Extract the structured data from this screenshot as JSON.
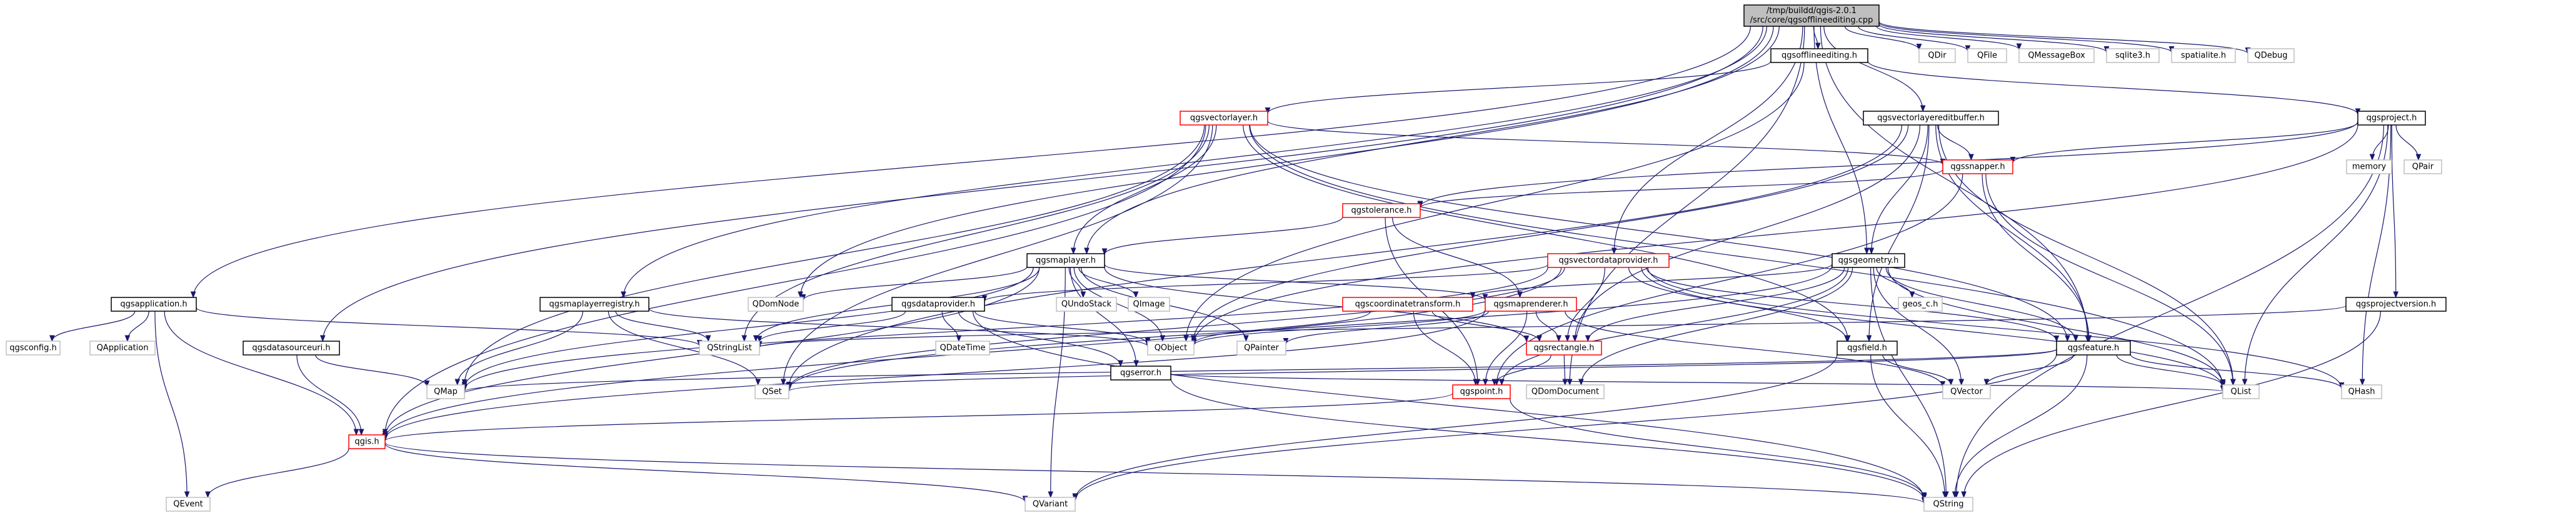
{
  "diagram": {
    "root": "/tmp/buildd/qgis-2.0.1\n/src/core/qgsofflineediting.cpp",
    "colors": {
      "edge": "#191970",
      "root_fill": "#bfbfbf",
      "node_fill": "#ffffff",
      "doc_border": "#000000",
      "red_border": "#ff0000",
      "gray_border": "#bfbfbf",
      "text": "#000000"
    },
    "nodes": [
      {
        "id": "root",
        "label": [
          "/tmp/buildd/qgis-2.0.1",
          "/src/core/qgsofflineediting.cpp"
        ],
        "kind": "root"
      },
      {
        "id": "qgsofflineediting",
        "label": [
          "qgsofflineediting.h"
        ],
        "kind": "doc"
      },
      {
        "id": "qdir",
        "label": [
          "QDir"
        ],
        "kind": "gray"
      },
      {
        "id": "qfile",
        "label": [
          "QFile"
        ],
        "kind": "gray"
      },
      {
        "id": "qmessagebox",
        "label": [
          "QMessageBox"
        ],
        "kind": "gray"
      },
      {
        "id": "sqlite3",
        "label": [
          "sqlite3.h"
        ],
        "kind": "gray"
      },
      {
        "id": "spatialite",
        "label": [
          "spatialite.h"
        ],
        "kind": "gray"
      },
      {
        "id": "qdebug",
        "label": [
          "QDebug"
        ],
        "kind": "gray"
      },
      {
        "id": "qgsvectorlayer",
        "label": [
          "qgsvectorlayer.h"
        ],
        "kind": "red"
      },
      {
        "id": "qgsvectorlayereditbuffer",
        "label": [
          "qgsvectorlayereditbuffer.h"
        ],
        "kind": "doc"
      },
      {
        "id": "qgsproject",
        "label": [
          "qgsproject.h"
        ],
        "kind": "doc"
      },
      {
        "id": "qgssnapper",
        "label": [
          "qgssnapper.h"
        ],
        "kind": "red"
      },
      {
        "id": "memory",
        "label": [
          "memory"
        ],
        "kind": "gray"
      },
      {
        "id": "qpair",
        "label": [
          "QPair"
        ],
        "kind": "gray"
      },
      {
        "id": "qgstolerance",
        "label": [
          "qgstolerance.h"
        ],
        "kind": "red"
      },
      {
        "id": "qgsmaplayer",
        "label": [
          "qgsmaplayer.h"
        ],
        "kind": "doc"
      },
      {
        "id": "qgsvectordataprovider",
        "label": [
          "qgsvectordataprovider.h"
        ],
        "kind": "red"
      },
      {
        "id": "qgsgeometry",
        "label": [
          "qgsgeometry.h"
        ],
        "kind": "doc"
      },
      {
        "id": "qgsapplication",
        "label": [
          "qgsapplication.h"
        ],
        "kind": "doc"
      },
      {
        "id": "qgsmaplayerregistry",
        "label": [
          "qgsmaplayerregistry.h"
        ],
        "kind": "doc"
      },
      {
        "id": "qdomnode",
        "label": [
          "QDomNode"
        ],
        "kind": "gray"
      },
      {
        "id": "qundostack",
        "label": [
          "QUndoStack"
        ],
        "kind": "gray"
      },
      {
        "id": "qimage",
        "label": [
          "QImage"
        ],
        "kind": "gray"
      },
      {
        "id": "qgsmaprenderer",
        "label": [
          "qgsmaprenderer.h"
        ],
        "kind": "red"
      },
      {
        "id": "qgscoordinatetransform",
        "label": [
          "qgscoordinatetransform.h"
        ],
        "kind": "red"
      },
      {
        "id": "geos_c",
        "label": [
          "geos_c.h"
        ],
        "kind": "gray"
      },
      {
        "id": "qgsprojectversion",
        "label": [
          "qgsprojectversion.h"
        ],
        "kind": "doc"
      },
      {
        "id": "qgsdataprovider",
        "label": [
          "qgsdataprovider.h"
        ],
        "kind": "doc"
      },
      {
        "id": "qgsdatasourceuri",
        "label": [
          "qgsdatasourceuri.h"
        ],
        "kind": "doc"
      },
      {
        "id": "qgsconfig",
        "label": [
          "qgsconfig.h"
        ],
        "kind": "gray"
      },
      {
        "id": "qapplication",
        "label": [
          "QApplication"
        ],
        "kind": "gray"
      },
      {
        "id": "qstringlist",
        "label": [
          "QStringList"
        ],
        "kind": "gray"
      },
      {
        "id": "qdatetime",
        "label": [
          "QDateTime"
        ],
        "kind": "gray"
      },
      {
        "id": "qobject",
        "label": [
          "QObject"
        ],
        "kind": "gray"
      },
      {
        "id": "qpainter",
        "label": [
          "QPainter"
        ],
        "kind": "gray"
      },
      {
        "id": "qgserror",
        "label": [
          "qgserror.h"
        ],
        "kind": "doc"
      },
      {
        "id": "qgsrectangle",
        "label": [
          "qgsrectangle.h"
        ],
        "kind": "red"
      },
      {
        "id": "qgsfield",
        "label": [
          "qgsfield.h"
        ],
        "kind": "doc"
      },
      {
        "id": "qgsfeature",
        "label": [
          "qgsfeature.h"
        ],
        "kind": "doc"
      },
      {
        "id": "qmap",
        "label": [
          "QMap"
        ],
        "kind": "gray"
      },
      {
        "id": "qset",
        "label": [
          "QSet"
        ],
        "kind": "gray"
      },
      {
        "id": "qgspoint",
        "label": [
          "qgspoint.h"
        ],
        "kind": "red"
      },
      {
        "id": "qdomdocument",
        "label": [
          "QDomDocument"
        ],
        "kind": "gray"
      },
      {
        "id": "qvector",
        "label": [
          "QVector"
        ],
        "kind": "gray"
      },
      {
        "id": "qlist",
        "label": [
          "QList"
        ],
        "kind": "gray"
      },
      {
        "id": "qhash",
        "label": [
          "QHash"
        ],
        "kind": "gray"
      },
      {
        "id": "qgis",
        "label": [
          "qgis.h"
        ],
        "kind": "red"
      },
      {
        "id": "qevent",
        "label": [
          "QEvent"
        ],
        "kind": "gray"
      },
      {
        "id": "qvariant",
        "label": [
          "QVariant"
        ],
        "kind": "gray"
      },
      {
        "id": "qstring",
        "label": [
          "QString"
        ],
        "kind": "gray"
      }
    ],
    "edges": [
      [
        "root",
        "qgsofflineediting"
      ],
      [
        "root",
        "qdir"
      ],
      [
        "root",
        "qfile"
      ],
      [
        "root",
        "qmessagebox"
      ],
      [
        "root",
        "sqlite3"
      ],
      [
        "root",
        "spatialite"
      ],
      [
        "root",
        "qdebug"
      ],
      [
        "root",
        "qgsvectorlayereditbuffer"
      ],
      [
        "root",
        "qgsmaplayer"
      ],
      [
        "root",
        "qgsvectordataprovider"
      ],
      [
        "root",
        "qgsgeometry"
      ],
      [
        "root",
        "qgsapplication"
      ],
      [
        "root",
        "qgsmaplayerregistry"
      ],
      [
        "root",
        "qgsdatasourceuri"
      ],
      [
        "root",
        "qdomnode"
      ],
      [
        "root",
        "qdomdocument"
      ],
      [
        "root",
        "qgsfeature"
      ],
      [
        "qgsofflineediting",
        "qgsvectorlayer"
      ],
      [
        "qgsofflineediting",
        "qgsproject"
      ],
      [
        "qgsofflineediting",
        "qobject"
      ],
      [
        "qgsvectorlayer",
        "qgsmaplayer"
      ],
      [
        "qgsvectorlayer",
        "qgssnapper"
      ],
      [
        "qgsvectorlayer",
        "qgsfeature"
      ],
      [
        "qgsvectorlayer",
        "qgsfield"
      ],
      [
        "qgsvectorlayer",
        "qmap"
      ],
      [
        "qgsvectorlayer",
        "qset"
      ],
      [
        "qgsvectorlayer",
        "qstringlist"
      ],
      [
        "qgsvectorlayer",
        "qlist"
      ],
      [
        "qgsvectorlayer",
        "qgis"
      ],
      [
        "qgsvectorlayereditbuffer",
        "qgssnapper"
      ],
      [
        "qgsvectorlayereditbuffer",
        "qgsgeometry"
      ],
      [
        "qgsvectorlayereditbuffer",
        "qgsfeature"
      ],
      [
        "qgsvectorlayereditbuffer",
        "qgsfield"
      ],
      [
        "qgsvectorlayereditbuffer",
        "qgsrectangle"
      ],
      [
        "qgsvectorlayereditbuffer",
        "qobject"
      ],
      [
        "qgsvectorlayereditbuffer",
        "qset"
      ],
      [
        "qgsvectorlayereditbuffer",
        "qlist"
      ],
      [
        "qgsproject",
        "qgssnapper"
      ],
      [
        "qgsproject",
        "memory"
      ],
      [
        "qgsproject",
        "qpair"
      ],
      [
        "qgsproject",
        "qgsprojectversion"
      ],
      [
        "qgsproject",
        "qgstolerance"
      ],
      [
        "qgsproject",
        "qlist"
      ],
      [
        "qgsproject",
        "qhash"
      ],
      [
        "qgsproject",
        "qobject"
      ],
      [
        "qgsproject",
        "qstring"
      ],
      [
        "qgssnapper",
        "qgstolerance"
      ],
      [
        "qgssnapper",
        "qgspoint"
      ],
      [
        "qgssnapper",
        "qgsfeature"
      ],
      [
        "qgssnapper",
        "qlist"
      ],
      [
        "qgstolerance",
        "qgsmaplayer"
      ],
      [
        "qgstolerance",
        "qgsmaprenderer"
      ],
      [
        "qgstolerance",
        "qgspoint"
      ],
      [
        "qgsmaplayer",
        "qdomnode"
      ],
      [
        "qgsmaplayer",
        "qundostack"
      ],
      [
        "qgsmaplayer",
        "qimage"
      ],
      [
        "qgsmaplayer",
        "qgsmaprenderer"
      ],
      [
        "qgsmaplayer",
        "qgsrectangle"
      ],
      [
        "qgsmaplayer",
        "qgserror"
      ],
      [
        "qgsmaplayer",
        "qobject"
      ],
      [
        "qgsmaplayer",
        "qpainter"
      ],
      [
        "qgsmaplayer",
        "qvariant"
      ],
      [
        "qgsmaplayer",
        "qmap"
      ],
      [
        "qgsmaplayer",
        "qgis"
      ],
      [
        "qgsmaplayer",
        "qstringlist"
      ],
      [
        "qgsvectordataprovider",
        "qgsdataprovider"
      ],
      [
        "qgsvectordataprovider",
        "qgsfeature"
      ],
      [
        "qgsvectordataprovider",
        "qgsfield"
      ],
      [
        "qgsvectordataprovider",
        "qgsrectangle"
      ],
      [
        "qgsvectordataprovider",
        "qset"
      ],
      [
        "qgsvectordataprovider",
        "qmap"
      ],
      [
        "qgsvectordataprovider",
        "qhash"
      ],
      [
        "qgsvectordataprovider",
        "qlist"
      ],
      [
        "qgsvectordataprovider",
        "qgis"
      ],
      [
        "qgsgeometry",
        "geos_c"
      ],
      [
        "qgsgeometry",
        "qgscoordinatetransform"
      ],
      [
        "qgsgeometry",
        "qgsfeature"
      ],
      [
        "qgsgeometry",
        "qgspoint"
      ],
      [
        "qgsgeometry",
        "qgsrectangle"
      ],
      [
        "qgsgeometry",
        "qvector"
      ],
      [
        "qgsgeometry",
        "qlist"
      ],
      [
        "qgsgeometry",
        "qset"
      ],
      [
        "qgsgeometry",
        "qdomdocument"
      ],
      [
        "qgsgeometry",
        "qstring"
      ],
      [
        "qgsapplication",
        "qgsconfig"
      ],
      [
        "qgsapplication",
        "qapplication"
      ],
      [
        "qgsapplication",
        "qevent"
      ],
      [
        "qgsapplication",
        "qstringlist"
      ],
      [
        "qgsapplication",
        "qgis"
      ],
      [
        "qgsmaplayerregistry",
        "qmap"
      ],
      [
        "qgsmaplayerregistry",
        "qset"
      ],
      [
        "qgsmaplayerregistry",
        "qobject"
      ],
      [
        "qgsmaplayerregistry",
        "qstringlist"
      ],
      [
        "qgsdatasourceuri",
        "qmap"
      ],
      [
        "qgsdatasourceuri",
        "qgis"
      ],
      [
        "qgsmaprenderer",
        "qgsrectangle"
      ],
      [
        "qgsmaprenderer",
        "qpainter"
      ],
      [
        "qgsmaprenderer",
        "qgspoint"
      ],
      [
        "qgsmaprenderer",
        "qobject"
      ],
      [
        "qgsmaprenderer",
        "qvector"
      ],
      [
        "qgsmaprenderer",
        "qgis"
      ],
      [
        "qgscoordinatetransform",
        "qgsrectangle"
      ],
      [
        "qgscoordinatetransform",
        "qobject"
      ],
      [
        "qgscoordinatetransform",
        "qgspoint"
      ],
      [
        "qgsprojectversion",
        "qstringlist"
      ],
      [
        "qgsprojectversion",
        "qstring"
      ],
      [
        "qgsdataprovider",
        "qdatetime"
      ],
      [
        "qgsdataprovider",
        "qobject"
      ],
      [
        "qgsdataprovider",
        "qstring"
      ],
      [
        "qgsdataprovider",
        "qstringlist"
      ],
      [
        "qgsdataprovider",
        "qgserror"
      ],
      [
        "qgserror",
        "qlist"
      ],
      [
        "qgserror",
        "qstring"
      ],
      [
        "qgsrectangle",
        "qgspoint"
      ],
      [
        "qgsrectangle",
        "qdomdocument"
      ],
      [
        "qgsfield",
        "qvector"
      ],
      [
        "qgsfield",
        "qstring"
      ],
      [
        "qgsfield",
        "qvariant"
      ],
      [
        "qgsfeature",
        "qmap"
      ],
      [
        "qgsfeature",
        "qset"
      ],
      [
        "qgsfeature",
        "qvector"
      ],
      [
        "qgsfeature",
        "qlist"
      ],
      [
        "qgsfeature",
        "qhash"
      ],
      [
        "qgsfeature",
        "qvariant"
      ],
      [
        "qgsfeature",
        "qstring"
      ],
      [
        "qgspoint",
        "qgis"
      ],
      [
        "qgspoint",
        "qstring"
      ],
      [
        "qgis",
        "qevent"
      ],
      [
        "qgis",
        "qstring"
      ],
      [
        "qgis",
        "qvariant"
      ]
    ]
  }
}
